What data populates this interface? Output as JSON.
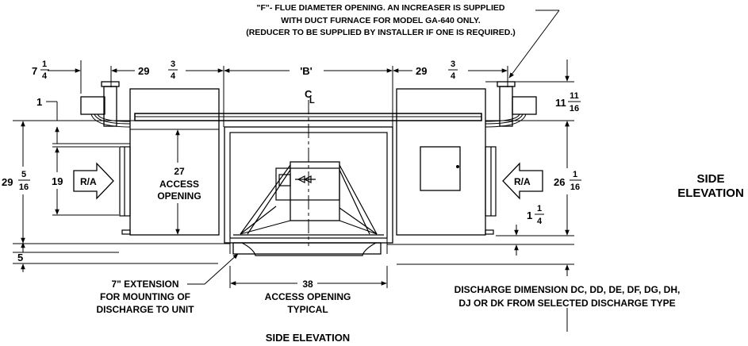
{
  "notes": {
    "flue_line1": "\"F\"- FLUE DIAMETER OPENING. AN INCREASER IS SUPPLIED",
    "flue_line2": "WITH DUCT FURNACE FOR MODEL GA-640 ONLY.",
    "flue_line3": "(REDUCER TO BE SUPPLIED BY INSTALLER IF ONE IS REQUIRED.)",
    "extension_line1": "7\" EXTENSION",
    "extension_line2": "FOR MOUNTING OF",
    "extension_line3": "DISCHARGE TO UNIT",
    "discharge_line1": "DISCHARGE DIMENSION DC, DD, DE, DF, DG, DH,",
    "discharge_line2": "DJ OR DK FROM SELECTED DISCHARGE TYPE"
  },
  "titles": {
    "bottom": "SIDE ELEVATION",
    "side_line1": "SIDE",
    "side_line2": "ELEVATION"
  },
  "dimensions": {
    "d_7_whole": "7",
    "d_7_num": "1",
    "d_7_den": "4",
    "d_29_left_whole": "29",
    "d_29_left_num": "3",
    "d_29_left_den": "4",
    "b": "'B'",
    "d_29_right_whole": "29",
    "d_29_right_num": "3",
    "d_29_right_den": "4",
    "d_1": "1",
    "d_11_whole": "11",
    "d_11_num": "11",
    "d_11_den": "16",
    "d_29_height_whole": "29",
    "d_29_height_num": "5",
    "d_29_height_den": "16",
    "d_19": "19",
    "access_27": "27",
    "access_label1": "ACCESS",
    "access_label2": "OPENING",
    "d_26_whole": "26",
    "d_26_num": "1",
    "d_26_den": "16",
    "d_1q_whole": "1",
    "d_1q_num": "1",
    "d_1q_den": "4",
    "d_5": "5",
    "d_38": "38",
    "access_typ1": "ACCESS OPENING",
    "access_typ2": "TYPICAL",
    "centerline": "C",
    "centerline_sub": "L"
  },
  "arrows": {
    "left": "R/A",
    "right": "R/A"
  }
}
